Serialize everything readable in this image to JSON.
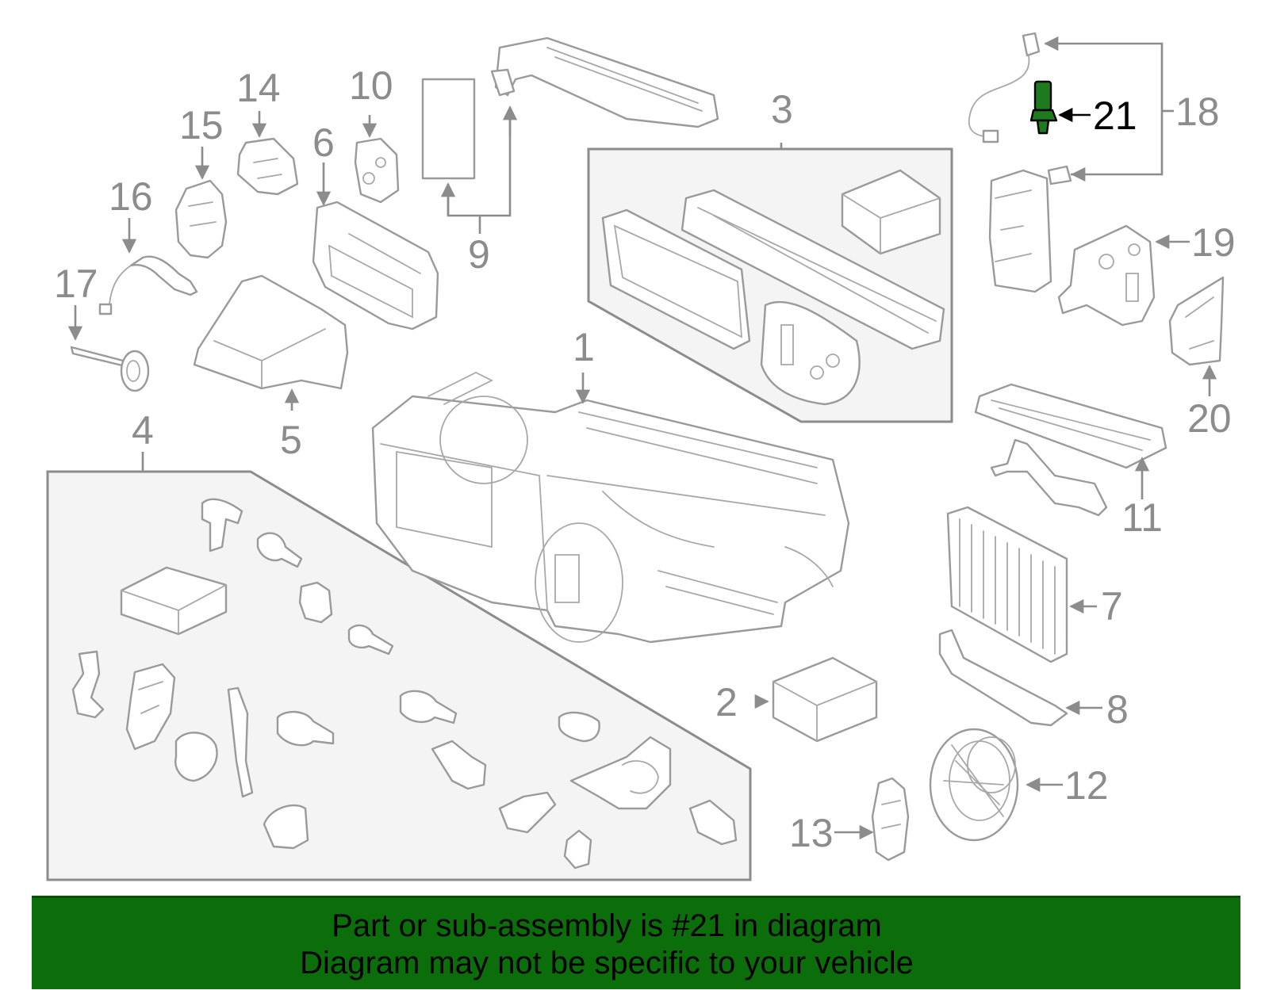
{
  "diagram": {
    "highlight_color": "#1f7a1f",
    "line_color": "#8c8c8c",
    "callouts": [
      {
        "id": "c1",
        "text": "1"
      },
      {
        "id": "c2",
        "text": "2"
      },
      {
        "id": "c3",
        "text": "3"
      },
      {
        "id": "c4",
        "text": "4"
      },
      {
        "id": "c5",
        "text": "5"
      },
      {
        "id": "c6",
        "text": "6"
      },
      {
        "id": "c7",
        "text": "7"
      },
      {
        "id": "c8",
        "text": "8"
      },
      {
        "id": "c9",
        "text": "9"
      },
      {
        "id": "c10",
        "text": "10"
      },
      {
        "id": "c11",
        "text": "11"
      },
      {
        "id": "c12",
        "text": "12"
      },
      {
        "id": "c13",
        "text": "13"
      },
      {
        "id": "c14",
        "text": "14"
      },
      {
        "id": "c15",
        "text": "15"
      },
      {
        "id": "c16",
        "text": "16"
      },
      {
        "id": "c17",
        "text": "17"
      },
      {
        "id": "c18",
        "text": "18"
      },
      {
        "id": "c19",
        "text": "19"
      },
      {
        "id": "c20",
        "text": "20"
      },
      {
        "id": "c21",
        "text": "21",
        "highlighted": true
      }
    ]
  },
  "banner": {
    "background": "#0b6e0b",
    "line1": "Part or sub-assembly is #21 in diagram",
    "line2": "Diagram may not be specific to your vehicle"
  }
}
